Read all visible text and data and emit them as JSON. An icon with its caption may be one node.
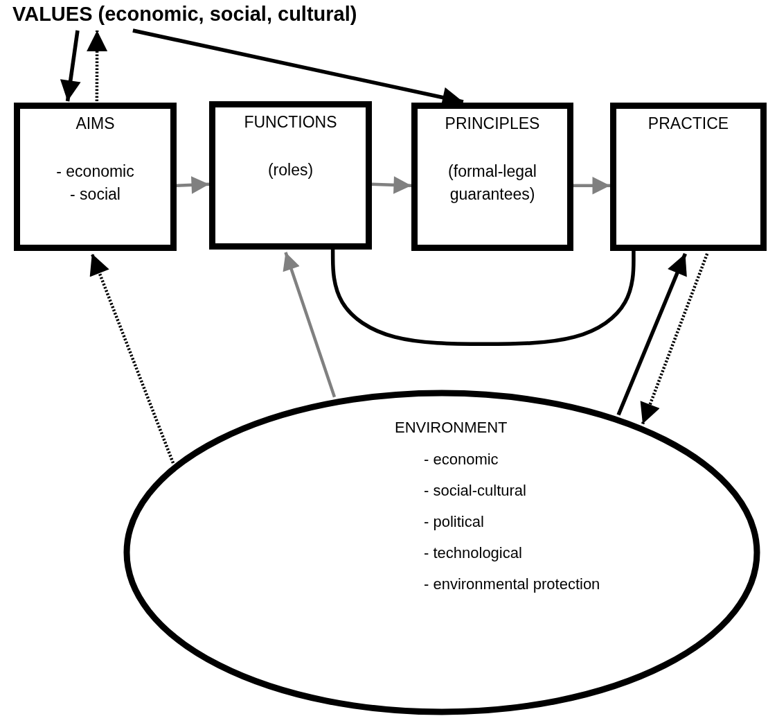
{
  "diagram": {
    "nodes": [
      {
        "text": [
          "VALUES (economic, social, cultural)"
        ]
      },
      {
        "text": [
          "AIMS",
          "- economic",
          "- social"
        ]
      },
      {
        "text": [
          "FUNCTIONS",
          "(roles)"
        ]
      },
      {
        "text": [
          "PRINCIPLES",
          "(formal-legal guarantees)"
        ]
      },
      {
        "text": [
          "PRACTICE"
        ]
      },
      {
        "text": [
          "ENVIRONMENT",
          "- economic",
          "- social-cultural",
          "- political",
          "- technological",
          "- environmental protection"
        ]
      }
    ],
    "edges": [
      {
        "from": 0,
        "to": 1,
        "arrow": "to"
      },
      {
        "from": 1,
        "to": 0,
        "arrow": "to",
        "style": "dashed"
      },
      {
        "from": 0,
        "to": 3,
        "arrow": "to"
      },
      {
        "from": 1,
        "to": 2,
        "arrow": "to",
        "color": "#808080"
      },
      {
        "from": 2,
        "to": 3,
        "arrow": "to",
        "color": "#808080"
      },
      {
        "from": 3,
        "to": 4,
        "arrow": "to",
        "color": "#808080"
      },
      {
        "from": 2,
        "to": 4,
        "arrow": "none"
      },
      {
        "from": 5,
        "to": 1,
        "arrow": "to",
        "style": "dashed"
      },
      {
        "from": 5,
        "to": 2,
        "arrow": "to",
        "color": "#808080"
      },
      {
        "from": 5,
        "to": 4,
        "arrow": "to"
      },
      {
        "from": 4,
        "to": 5,
        "arrow": "to",
        "style": "dashed"
      }
    ]
  }
}
